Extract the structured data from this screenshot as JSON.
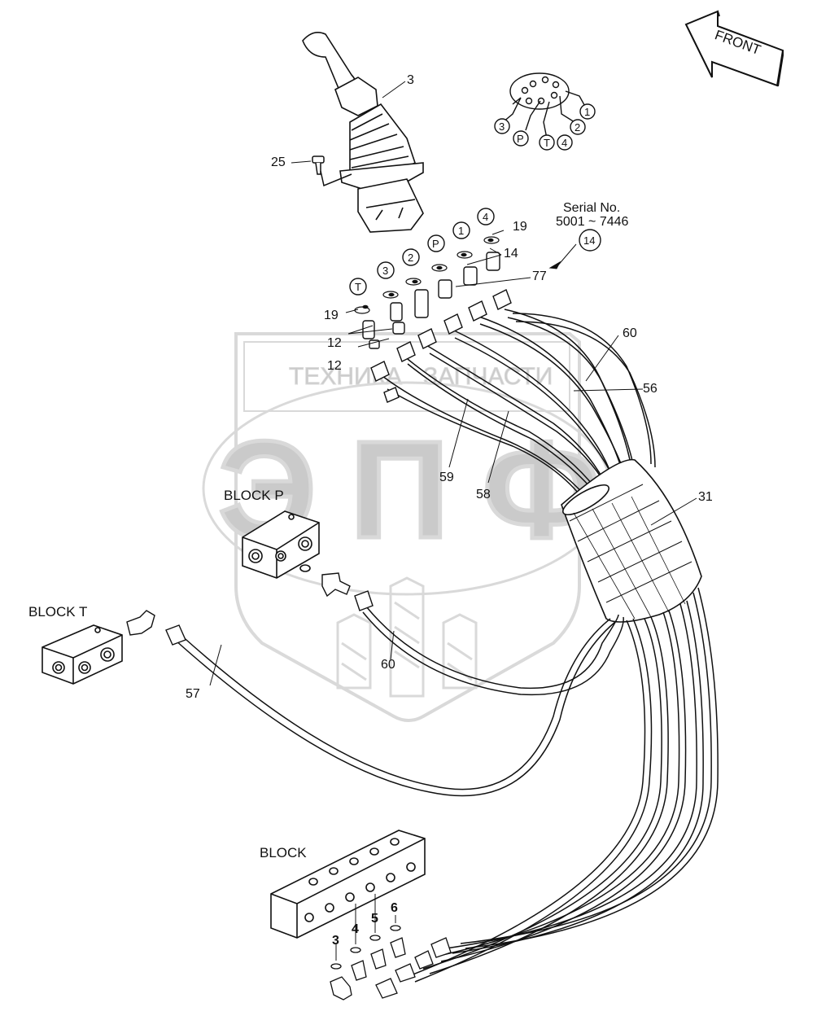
{
  "diagram": {
    "front_label": "FRONT",
    "serial": {
      "line1": "Serial No.",
      "line2": "5001 ~ 7446"
    },
    "watermark": {
      "line1": "ТЕХНИКА",
      "line2": "ЗАПЧАСТИ",
      "logo": "ЭПФ"
    },
    "callouts": {
      "c3": "3",
      "c25": "25",
      "c19a": "19",
      "c19b": "19",
      "c14": "14",
      "c14_circled": "14",
      "c77": "77",
      "c12a": "12",
      "c12b": "12",
      "c60a": "60",
      "c56": "56",
      "c31": "31",
      "c59": "59",
      "c58": "58",
      "c60b": "60",
      "c57": "57"
    },
    "port_circles": {
      "T": "T",
      "p3": "3",
      "p2": "2",
      "P": "P",
      "p1": "1",
      "p4": "4"
    },
    "pin_diagram": {
      "pin1": "1",
      "pin2": "2",
      "pin3": "3",
      "pin4": "4",
      "pinP": "P",
      "pinT": "T"
    },
    "blocks": {
      "block_p": "BLOCK P",
      "block_t": "BLOCK  T",
      "block": "BLOCK"
    },
    "block_ports": {
      "b3": "3",
      "b4": "4",
      "b5": "5",
      "b6": "6"
    }
  }
}
